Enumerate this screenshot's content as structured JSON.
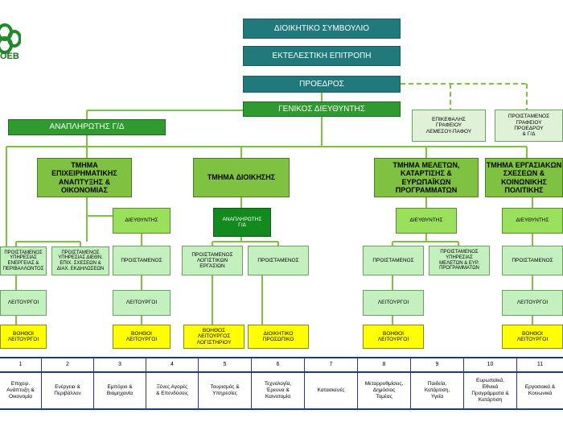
{
  "logo": {
    "text": "OEB"
  },
  "top": {
    "board": "ΔΙΟΙΚΗΤΙΚΟ ΣΥΜΒΟΥΛΙΟ",
    "executive": "ΕΚΤΕΛΕΣΤΙΚΗ ΕΠΙΤΡΟΠΗ",
    "president": "ΠΡΟΕΔΡΟΣ",
    "general_director": "ΓΕΝΙΚΟΣ ΔΙΕΥΘΥΝΤΗΣ",
    "deputy_gd": "ΑΝΑΠΛΗΡΩΤΗΣ Γ/Δ",
    "limassol_head": [
      "ΕΠΙΚΕΦΑΛΗΣ",
      "ΓΡΑΦΕΙΟΥ",
      "ΛΕΜΕΣΟΥ-ΠΑΦΟΥ"
    ],
    "president_office_head": [
      "ΠΡΟΙΣΤΑΜΕΝΟΣ",
      "ΓΡΑΦΕΙΟΥ",
      "ΠΡΟΕΔΡΟΥ",
      "& Γ/Δ"
    ]
  },
  "departments": {
    "business": [
      "ΤΜΗΜΑ",
      "ΕΠΙΧΕΙΡΗΜΑΤΙΚΗΣ",
      "ΑΝΑΠΤΥΞΗΣ &",
      "ΟΙΚΟΝΟΜΙΑΣ"
    ],
    "administration": [
      "ΤΜΗΜΑ ΔΙΟΙΚΗΣΗΣ"
    ],
    "studies": [
      "ΤΜΗΜΑ ΜΕΛΕΤΩΝ,",
      "ΚΑΤΑΡΤΙΣΗΣ &",
      "ΕΥΡΩΠΑΪΚΩΝ",
      "ΠΡΟΓΡΑΜΜΑΤΩΝ"
    ],
    "labour": [
      "ΤΜΗΜΑ ΕΡΓΑΣΙΑΚΩΝ",
      "ΣΧΕΣΕΩΝ &",
      "ΚΟΙΝΩΝΙΚΗΣ",
      "ΠΟΛΙΤΙΚΗΣ"
    ]
  },
  "labels": {
    "director": "ΔΙΕΥΘΥΝΤΗΣ",
    "deputy_gd_small": [
      "ΑΝΑΠΛΗΡΩΤΗΣ",
      "Γ/Δ"
    ],
    "head": "ΠΡΟΙΣΤΑΜΕΝΟΣ",
    "officers": "ΛΕΙΤΟΥΡΓΟΙ",
    "assistants": [
      "ΒΟΗΘΟΙ",
      "ΛΕΙΤΟΥΡΓΟΙ"
    ],
    "head_energy": [
      "ΠΡΟΙΣΤΑΜΕΝΟΣ",
      "ΥΠΗΡΕΣΙΑΣ",
      "ΕΝΕΡΓΕΙΑΣ &",
      "ΠΕΡΙΒΑΛΛΟΝΤΟΣ"
    ],
    "head_intl": [
      "ΠΡΟΙΣΤΑΜΕΝΟΣ",
      "ΥΠΗΡΕΣΙΑΣ ΔΙΕΘΝ.",
      "ΕΠΙΧ. ΣΧΕΣΕΩΝ &",
      "ΔΙΑΧ. ΕΚΔΗΛΩΣΕΩΝ"
    ],
    "head_accounting": [
      "ΠΡΟΙΣΤΑΜΕΝΟΣ",
      "ΛΟΓΙΣΤΙΚΩΝ",
      "ΕΡΓΑΣΙΩΝ"
    ],
    "assistant_accountant": [
      "ΒΟΗΘΟΣ",
      "ΛΕΙΤΟΥΡΓΟΣ",
      "ΛΟΓΙΣΤΗΡΙΟΥ"
    ],
    "admin_staff": [
      "ΔΙΟΙΚΗΤΙΚΟ",
      "ΠΡΟΣΩΠΙΚΟ"
    ],
    "head_studies": [
      "ΠΡΟΙΣΤΑΜΕΝΟΣ",
      "ΥΠΗΡΕΣΙΑΣ",
      "ΜΕΛΕΤΩΝ & ΕΥΡ.",
      "ΠΡΟΓΡΑΜΜΑΤΩΝ"
    ]
  },
  "sectors": [
    {
      "num": "1",
      "label": [
        "Επιχειρ.",
        "Ανάπτυξη &",
        "Οικονομία"
      ]
    },
    {
      "num": "2",
      "label": [
        "Ενέργεια &",
        "Περιβάλλον"
      ]
    },
    {
      "num": "3",
      "label": [
        "Εμπόριο &",
        "Βιομηχανία"
      ]
    },
    {
      "num": "4",
      "label": [
        "Ξένες Αγορές",
        "& Επενδύσεις"
      ]
    },
    {
      "num": "5",
      "label": [
        "Τουρισμός &",
        "Υπηρεσίες"
      ]
    },
    {
      "num": "6",
      "label": [
        "Τεχνολογία,",
        "Έρευνα &",
        "Καινοτομία"
      ]
    },
    {
      "num": "7",
      "label": [
        "Κατασκευές"
      ]
    },
    {
      "num": "8",
      "label": [
        "Μεταρρυθμίσεις,",
        "Δημόσιος",
        "Τομέας"
      ]
    },
    {
      "num": "9",
      "label": [
        "Παιδεία,",
        "Κατάρτιση,",
        "Υγεία"
      ]
    },
    {
      "num": "10",
      "label": [
        "Ευρωπαϊκά,",
        "Εθνικά",
        "Προγράμματα &",
        "Κατάρτιση"
      ]
    },
    {
      "num": "11",
      "label": [
        "Εργασιακά &",
        "Κοινωνικά"
      ]
    }
  ]
}
